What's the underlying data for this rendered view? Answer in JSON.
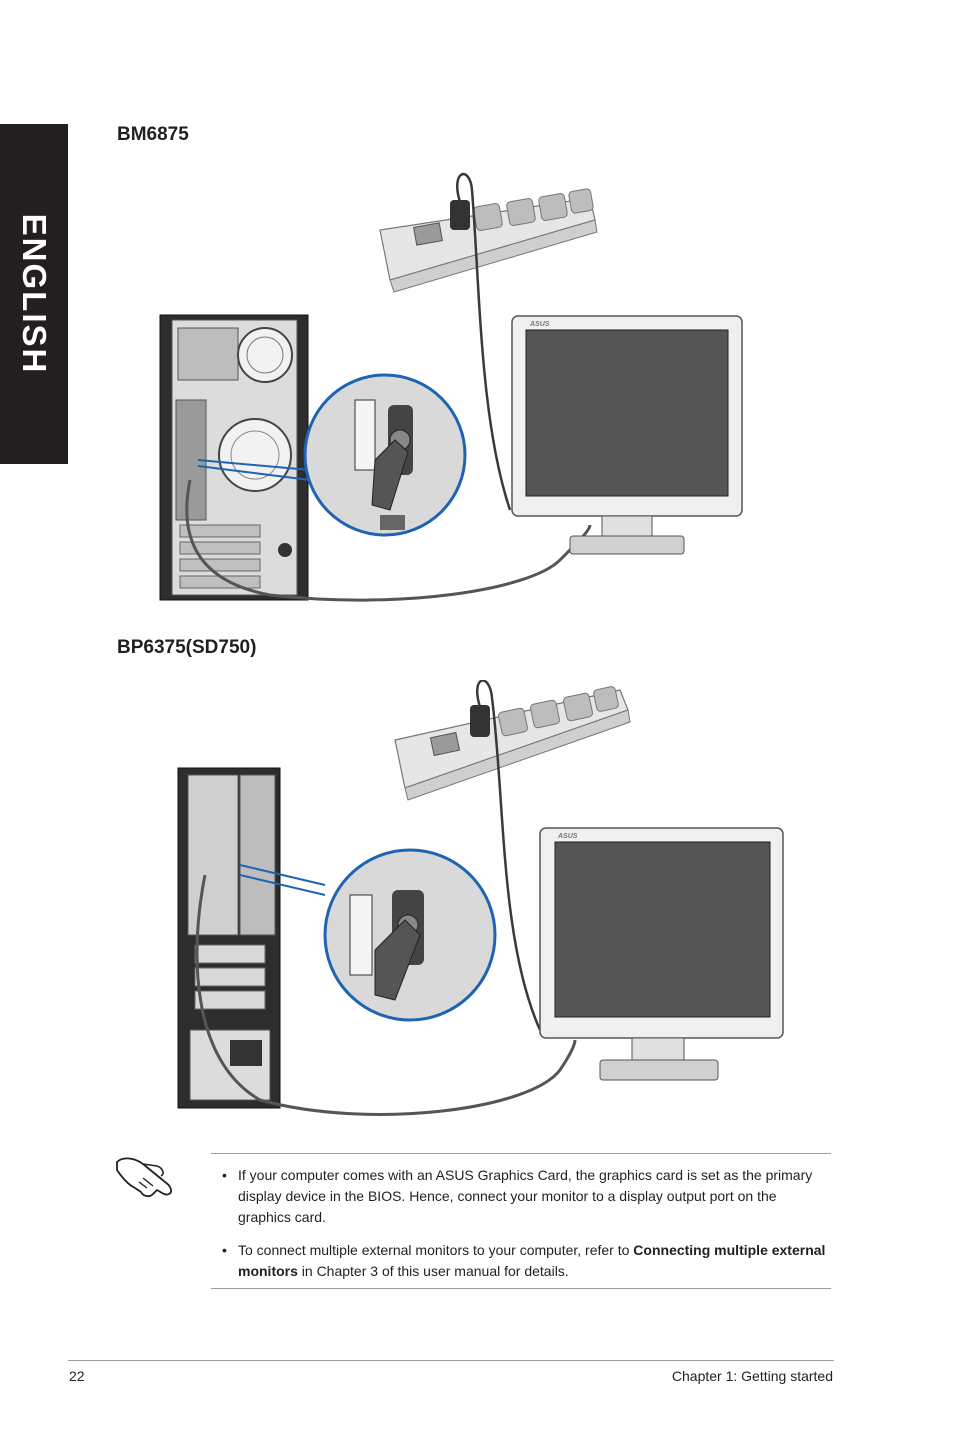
{
  "side_tab": {
    "label": "ENGLISH"
  },
  "sections": [
    {
      "model": "BM6875",
      "monitor_brand": "ASUS"
    },
    {
      "model": "BP6375(SD750)",
      "monitor_brand": "ASUS"
    }
  ],
  "note": {
    "icon": "hand-note-icon",
    "bullets": [
      {
        "parts": [
          {
            "text": "If your computer comes with an ASUS Graphics Card, the graphics card is set as the primary display device in the BIOS. Hence, connect your monitor to a display output port on the graphics card.",
            "bold": false
          }
        ]
      },
      {
        "parts": [
          {
            "text": "To connect multiple external monitors to your computer, refer to ",
            "bold": false
          },
          {
            "text": "Connecting multiple external monitors",
            "bold": true
          },
          {
            "text": " in Chapter 3 of this user manual for details.",
            "bold": false
          }
        ]
      }
    ]
  },
  "footer": {
    "page_number": "22",
    "chapter": "Chapter 1: Getting started"
  },
  "colors": {
    "tab_bg": "#231f20",
    "callout_circle": "#1f63b5",
    "rule": "#9d9d9d"
  }
}
